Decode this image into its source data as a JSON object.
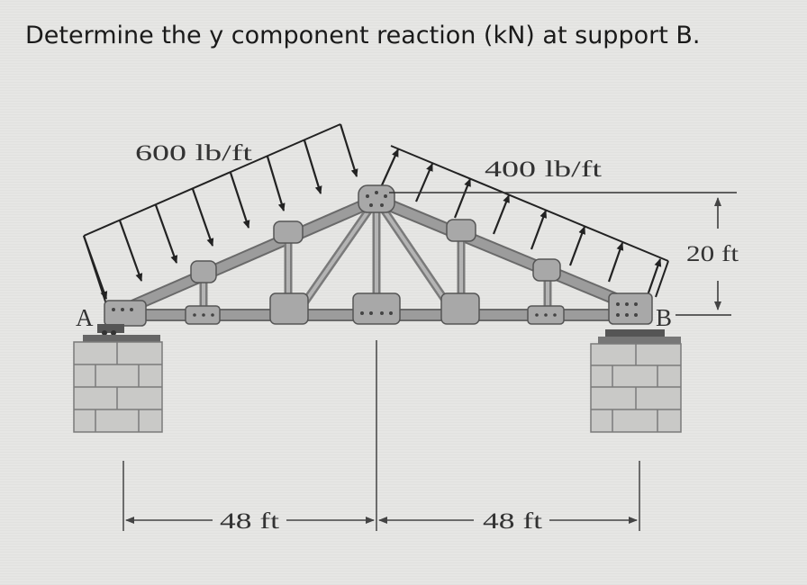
{
  "question": "Determine the y component reaction (kN) at support B.",
  "figure": {
    "left_load_label": "600 lb/ft",
    "right_load_label": "400 lb/ft",
    "height_label": "20 ft",
    "support_a_label": "A",
    "support_b_label": "B",
    "left_span_label": "48 ft",
    "right_span_label": "48 ft"
  },
  "colors": {
    "member": "#8a8a8a",
    "gusset": "#a5a5a5",
    "arrow": "#222222",
    "brick": "#c9c9c7",
    "mortar": "#7a7a7a"
  }
}
